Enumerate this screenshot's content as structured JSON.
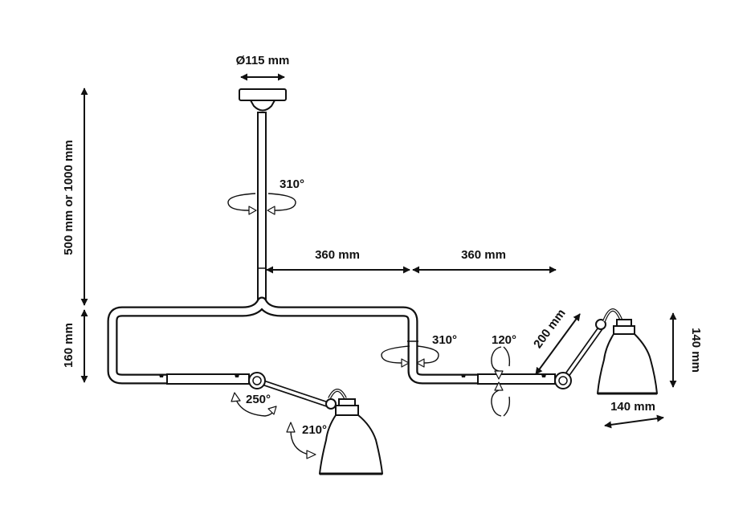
{
  "dimensions": {
    "canopy_diameter": "Ø115 mm",
    "stem_length": "500 mm or 1000 mm",
    "bracket_height": "160 mm",
    "arm_left": "360 mm",
    "arm_right": "360 mm",
    "arm_segment": "200 mm",
    "shade_height": "140 mm",
    "shade_width": "140 mm"
  },
  "rotations": {
    "stem": "310°",
    "right_arm": "310°",
    "right_tilt": "120°",
    "left_joint": "250°",
    "left_shade": "210°"
  }
}
